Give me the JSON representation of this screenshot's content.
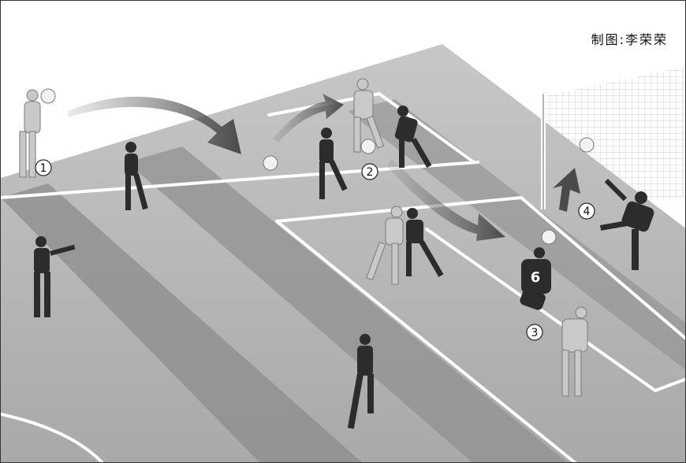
{
  "credit": "制图:李荣荣",
  "steps": [
    "1",
    "2",
    "3",
    "4"
  ],
  "jersey_number": "6",
  "colors": {
    "pitch_light": "#b9b9b9",
    "pitch_dark": "#8f8f8f",
    "lines": "#ffffff",
    "team_dark": "#2c2c2c",
    "team_light": "#c9c9c9",
    "arrow": "#555555"
  }
}
